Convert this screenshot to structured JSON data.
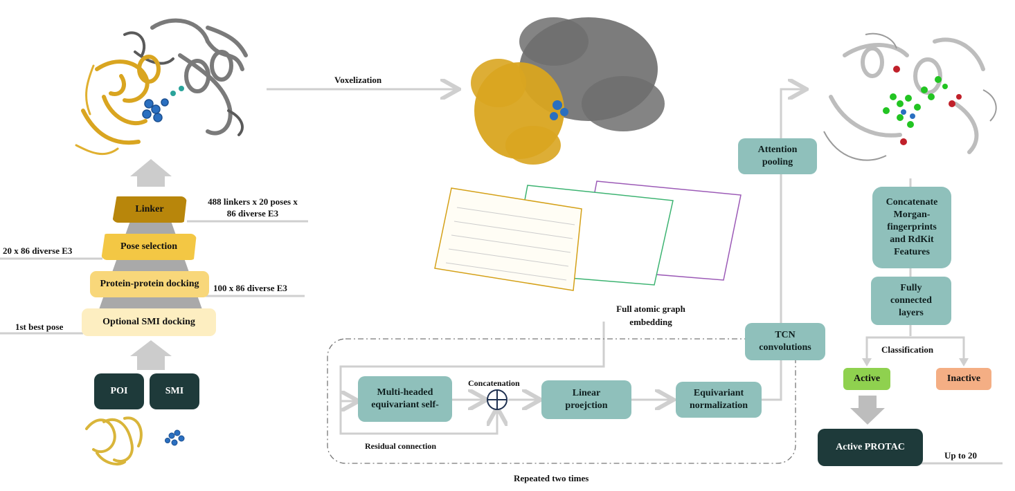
{
  "pipeline": {
    "poi_label": "POI",
    "smi_label": "SMI",
    "tiers": [
      {
        "label": "Linker",
        "color": "#b8860b",
        "side_text": "488 linkers x 20 poses x\n86 diverse E3"
      },
      {
        "label": "Pose selection",
        "color": "#f3c744",
        "side_text": "20 x 86 diverse E3"
      },
      {
        "label": "Protein-protein docking",
        "color": "#f8d77a",
        "side_text": "100 x 86 diverse E3"
      },
      {
        "label": "Optional SMI docking",
        "color": "#fdeec1",
        "side_text": "1st best pose"
      }
    ]
  },
  "center": {
    "voxelization_label": "Voxelization",
    "graph_caption": "Full atomic graph\nembedding",
    "attention_label": "Attention\npooling",
    "tcn_label": "TCN\nconvolutions",
    "mh_label": "Multi-headed\nequivariant self-",
    "concat_label": "Concatenation",
    "linear_label": "Linear\nproejction",
    "equi_label": "Equivariant\nnormalization",
    "residual_label": "Residual connection",
    "repeated_label": "Repeated two times"
  },
  "right": {
    "concat_features_label": "Concatenate\nMorgan-\nfingerprints\nand RdKit\nFeatures",
    "fc_label": "Fully\nconnected\nlayers",
    "classification_label": "Classification",
    "active_label": "Active",
    "inactive_label": "Inactive",
    "active_protac_label": "Active PROTAC",
    "upto_label": "Up to 20"
  },
  "colors": {
    "teal_box": "#8fc0bb",
    "dark_box": "#1e3a3a",
    "active_green": "#8fd14f",
    "inactive_orange": "#f4ae84",
    "arrow_gray": "#cfcfcf",
    "gold_protein": "#d9a520",
    "gray_protein": "#6b6b6b",
    "ligand_blue": "#2a6fc0",
    "green_ligand": "#22c422",
    "red_residue": "#c0202a"
  }
}
